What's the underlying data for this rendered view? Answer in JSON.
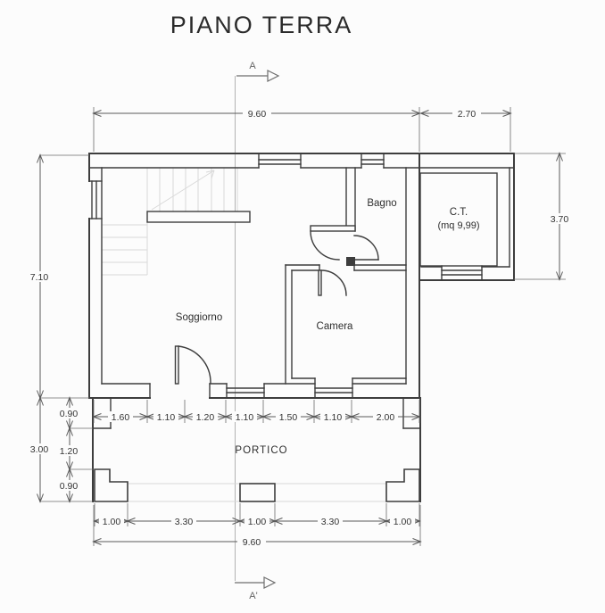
{
  "title": "PIANO TERRA",
  "section": {
    "top_label": "A",
    "bottom_label": "A'"
  },
  "rooms": {
    "soggiorno": "Soggiorno",
    "camera": "Camera",
    "bagno": "Bagno",
    "ct_name": "C.T.",
    "ct_area": "(mq 9,99)",
    "portico": "PORTICO"
  },
  "dimensions": {
    "top_width": "9.60",
    "wing_width": "2.70",
    "left_height": "7.10",
    "wing_height": "3.70",
    "portico_height": "3.00",
    "portico_upper": "0.90",
    "portico_middle": "1.20",
    "portico_lower": "0.90",
    "wall_segments": [
      "1.60",
      "1.10",
      "1.20",
      "1.10",
      "1.50",
      "1.10",
      "2.00"
    ],
    "portico_bays": [
      "1.00",
      "3.30",
      "1.00",
      "3.30",
      "1.00"
    ],
    "portico_total": "9.60"
  }
}
